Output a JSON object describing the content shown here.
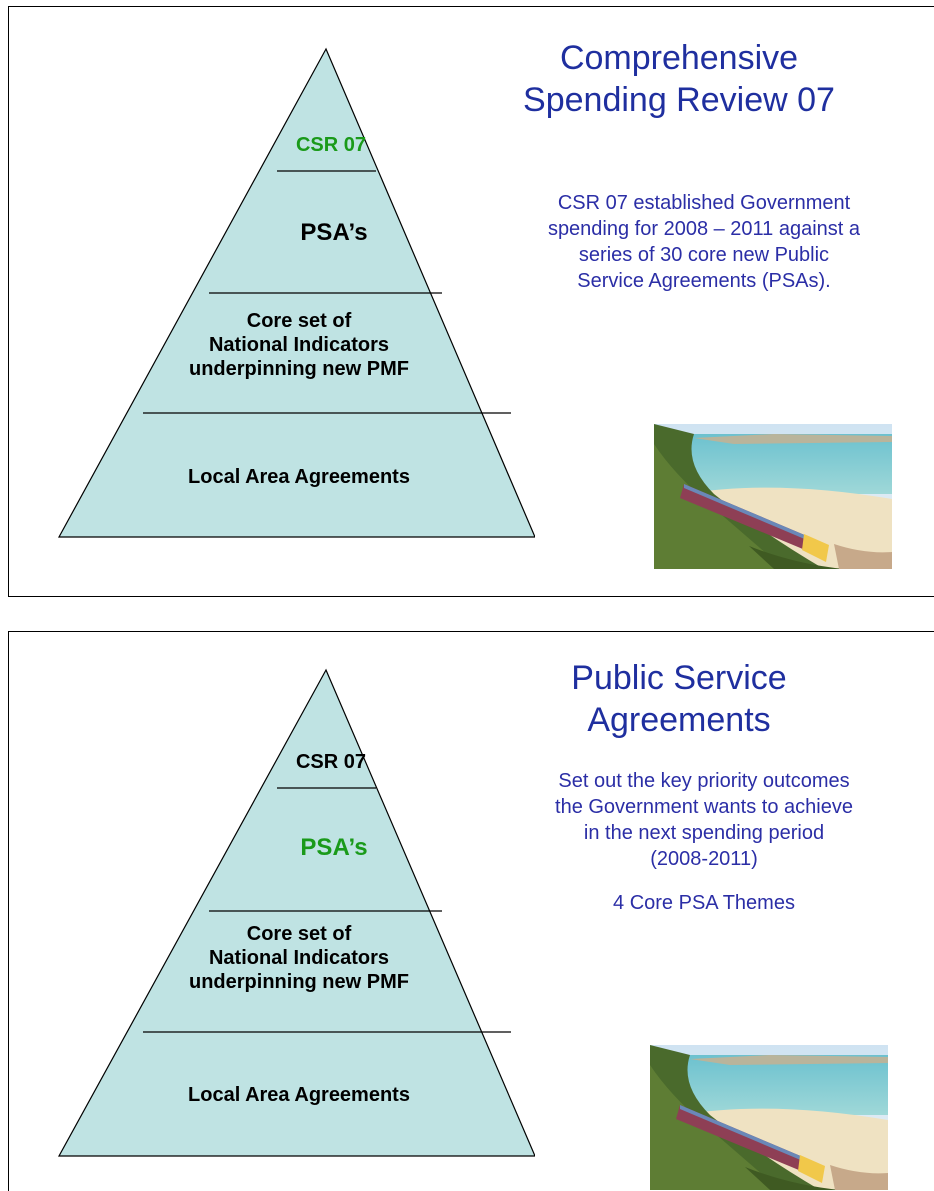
{
  "slides": [
    {
      "title_line1": "Comprehensive",
      "title_line2": "Spending Review 07",
      "tiers": [
        "CSR 07",
        "PSA’s",
        "Core set of",
        "National Indicators",
        "underpinning new PMF",
        "Local Area Agreements"
      ],
      "description": [
        "CSR 07 established Government",
        "spending for 2008 – 2011 against a",
        "series of 30 core new Public",
        "Service Agreements (PSAs)."
      ],
      "highlighted_tier": "CSR 07"
    },
    {
      "title_line1": "Public Service",
      "title_line2": "Agreements",
      "tiers": [
        "CSR 07",
        "PSA’s",
        "Core set of",
        "National Indicators",
        "underpinning new PMF",
        "Local Area Agreements"
      ],
      "description": [
        "Set out the key priority outcomes",
        "the Government wants to achieve",
        "in the next spending period",
        "(2008-2011)"
      ],
      "extra": "4 Core PSA Themes",
      "highlighted_tier": "PSA’s"
    }
  ],
  "colors": {
    "pyramid_fill": "#bfe3e3",
    "title": "#1f2f9f",
    "text": "#2b2ea6",
    "highlight": "#1a9a1a"
  },
  "icons": [
    "train-on-coast-photo"
  ]
}
